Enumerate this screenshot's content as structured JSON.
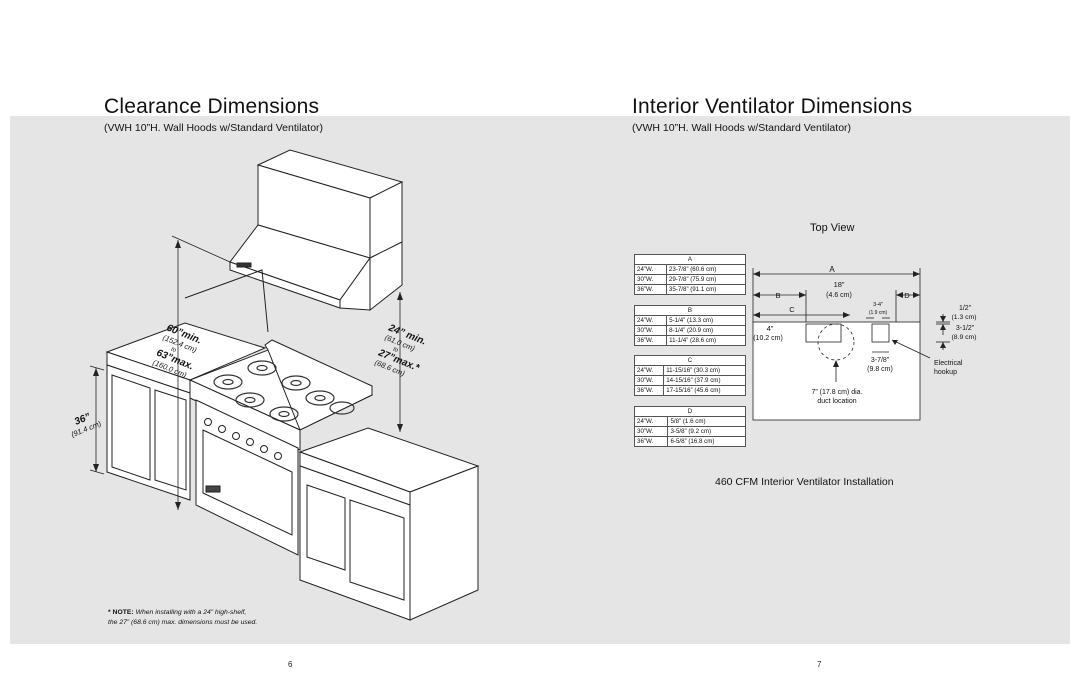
{
  "left_page": {
    "title": "Clearance Dimensions",
    "subtitle": "(VWH 10”H. Wall Hoods w/Standard Ventilator)",
    "dims": {
      "d1_main": "60”min.",
      "d1_cm": "(152.4 cm)",
      "d1_to": "to",
      "d1_max": "63”max.",
      "d1_max_cm": "(160.0 cm)",
      "d2_main": "24” min.",
      "d2_cm": "(61.0 cm)",
      "d2_to": "to",
      "d2_max": "27”max.*",
      "d2_max_cm": "(68.6 cm)",
      "d3_main": "36”",
      "d3_cm": "(91.4 cm)"
    },
    "note_label": "* NOTE:",
    "note_text": "When installing with a 24” high-shelf,",
    "note_text2": "the 27” (68.6 cm) max. dimensions must be used.",
    "page_number": "6"
  },
  "right_page": {
    "title": "Interior Ventilator Dimensions",
    "subtitle": "(VWH 10”H. Wall Hoods w/Standard Ventilator)",
    "top_view": "Top View",
    "tables": [
      {
        "header": "A",
        "rows": [
          [
            "24”W.",
            "23-7/8” (60.6 cm)"
          ],
          [
            "30”W.",
            "29-7/8” (75.9 cm)"
          ],
          [
            "36”W.",
            "35-7/8” (91.1 cm)"
          ]
        ]
      },
      {
        "header": "B",
        "rows": [
          [
            "24”W.",
            "5-1/4” (13.3 cm)"
          ],
          [
            "30”W.",
            "8-1/4” (20.9 cm)"
          ],
          [
            "36”W.",
            "11-1/4” (28.6 cm)"
          ]
        ]
      },
      {
        "header": "C",
        "rows": [
          [
            "24”W.",
            "11-15/16” (30.3 cm)"
          ],
          [
            "30”W.",
            "14-15/16” (37.9 cm)"
          ],
          [
            "36”W.",
            "17-15/16” (45.6 cm)"
          ]
        ]
      },
      {
        "header": "D",
        "rows": [
          [
            "24”W.",
            "5/8” (1.6 cm)"
          ],
          [
            "30”W.",
            "3-5/8” (9.2 cm)"
          ],
          [
            "36”W.",
            "6-5/8” (16.8 cm)"
          ]
        ]
      }
    ],
    "diagram": {
      "a": "A",
      "b": "B",
      "c": "C",
      "d": "D",
      "w18": "18”",
      "w18_cm": "(4.6 cm)",
      "w34": "3-4”",
      "w34_cm": "(1.9 cm)",
      "w4": "4”",
      "w4_cm": "(10.2 cm)",
      "h12": "1/2”",
      "h12_cm": "(1.3 cm)",
      "h312": "3-1/2”",
      "h312_cm": "(8.9 cm)",
      "w378": "3-7/8”",
      "w378_cm": "(9.8 cm)",
      "electrical": "Electrical",
      "hookup": "hookup",
      "duct": "7” (17.8 cm) dia.",
      "duct2": "duct location"
    },
    "install_label": "460 CFM Interior Ventilator Installation",
    "page_number": "7"
  }
}
